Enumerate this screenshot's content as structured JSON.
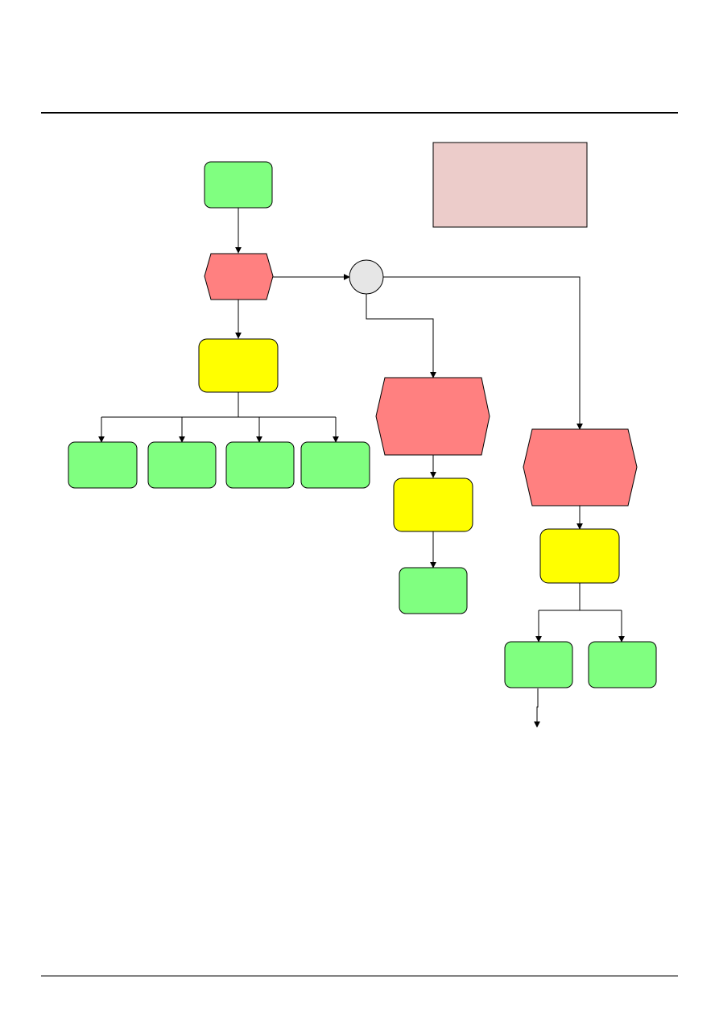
{
  "colors": {
    "event": "#80ff80",
    "function": "#ff8080",
    "organisation": "#ffff00",
    "connector": "#e6e6e6",
    "note": "#ecccca",
    "line": "#000000"
  },
  "diagram": {
    "nodes": [
      {
        "id": "start_event",
        "kind": "event",
        "label": ""
      },
      {
        "id": "function_1",
        "kind": "function",
        "label": ""
      },
      {
        "id": "org_1",
        "kind": "organisation",
        "label": ""
      },
      {
        "id": "event_1a",
        "kind": "event",
        "label": ""
      },
      {
        "id": "event_1b",
        "kind": "event",
        "label": ""
      },
      {
        "id": "event_1c",
        "kind": "event",
        "label": ""
      },
      {
        "id": "event_1d",
        "kind": "event",
        "label": ""
      },
      {
        "id": "xor_connector",
        "kind": "connector",
        "label": ""
      },
      {
        "id": "function_2",
        "kind": "function",
        "label": ""
      },
      {
        "id": "org_2",
        "kind": "organisation",
        "label": ""
      },
      {
        "id": "event_2",
        "kind": "event",
        "label": ""
      },
      {
        "id": "function_3",
        "kind": "function",
        "label": ""
      },
      {
        "id": "org_3",
        "kind": "organisation",
        "label": ""
      },
      {
        "id": "event_3a",
        "kind": "event",
        "label": ""
      },
      {
        "id": "event_3b",
        "kind": "event",
        "label": ""
      },
      {
        "id": "note_box",
        "kind": "note",
        "label": ""
      }
    ],
    "edges": [
      {
        "from": "start_event",
        "to": "function_1"
      },
      {
        "from": "function_1",
        "to": "org_1"
      },
      {
        "from": "function_1",
        "to": "xor_connector"
      },
      {
        "from": "org_1",
        "to": "event_1a"
      },
      {
        "from": "org_1",
        "to": "event_1b"
      },
      {
        "from": "org_1",
        "to": "event_1c"
      },
      {
        "from": "org_1",
        "to": "event_1d"
      },
      {
        "from": "xor_connector",
        "to": "function_2"
      },
      {
        "from": "xor_connector",
        "to": "function_3"
      },
      {
        "from": "function_2",
        "to": "org_2"
      },
      {
        "from": "org_2",
        "to": "event_2"
      },
      {
        "from": "function_3",
        "to": "org_3"
      },
      {
        "from": "org_3",
        "to": "event_3a"
      },
      {
        "from": "org_3",
        "to": "event_3b"
      },
      {
        "from": "event_3a",
        "to": "continuation"
      }
    ]
  }
}
